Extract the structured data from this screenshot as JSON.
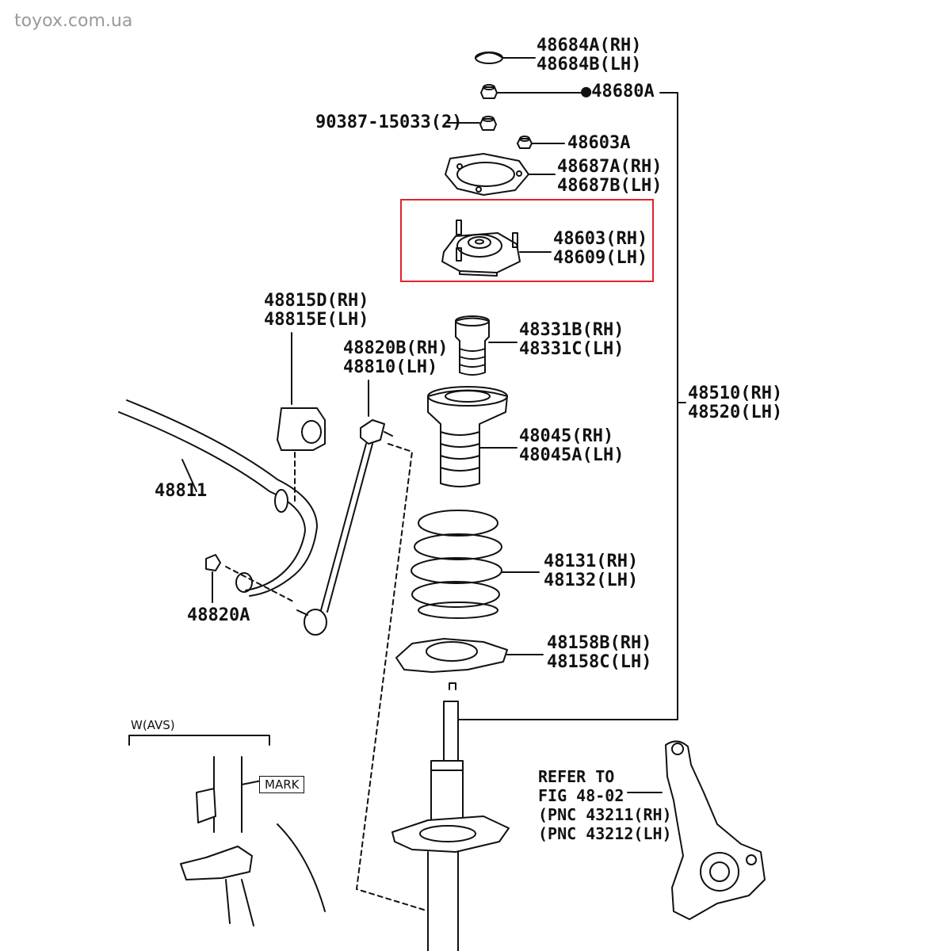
{
  "watermark": "toyox.com.ua",
  "parts": {
    "p48684": [
      "48684A(RH)",
      "48684B(LH)"
    ],
    "p48680": "●48680A",
    "p90387": "90387-15033(2)",
    "p48603a": "48603A",
    "p48687": [
      "48687A(RH)",
      "48687B(LH)"
    ],
    "p48603": [
      "48603(RH)",
      "48609(LH)"
    ],
    "p48815": [
      "48815D(RH)",
      "48815E(LH)"
    ],
    "p48820b": [
      "48820B(RH)",
      "48810(LH)"
    ],
    "p48331": [
      "48331B(RH)",
      "48331C(LH)"
    ],
    "p48510": [
      "48510(RH)",
      "48520(LH)"
    ],
    "p48045": [
      "48045(RH)",
      "48045A(LH)"
    ],
    "p48811": "48811",
    "p48131": [
      "48131(RH)",
      "48132(LH)"
    ],
    "p48820a": "48820A",
    "p48158": [
      "48158B(RH)",
      "48158C(LH)"
    ]
  },
  "inset": {
    "title": "W(AVS)",
    "mark": "MARK"
  },
  "refer": [
    "REFER TO",
    "FIG 48-02",
    "(PNC 43211(RH)",
    "(PNC 43212(LH)"
  ],
  "highlight_color": "#e0232b"
}
